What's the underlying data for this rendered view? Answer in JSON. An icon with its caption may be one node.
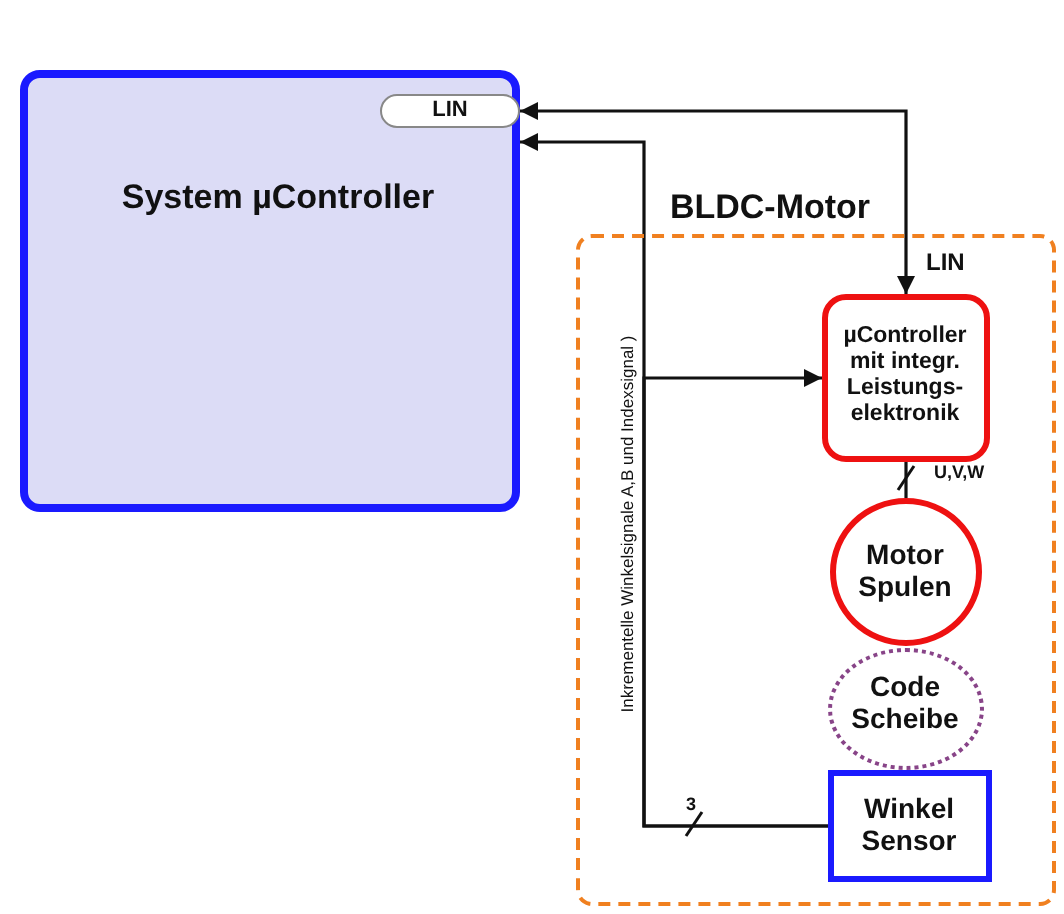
{
  "diagram": {
    "nodes": [
      {
        "text": [
          "System µController"
        ]
      },
      {
        "text": [
          "LIN"
        ],
        "in": 0
      },
      {
        "text": [
          "BLDC-Motor"
        ]
      },
      {
        "text": [
          "µController mit integr. Leistungs-elektronik"
        ],
        "in": 2
      },
      {
        "text": [
          "Motor Spulen"
        ],
        "in": 2
      },
      {
        "text": [
          "Code Scheibe"
        ],
        "in": 2
      },
      {
        "text": [
          "Winkel Sensor"
        ],
        "in": 2
      }
    ],
    "edges": [
      {
        "from": 1,
        "to": 3,
        "arrow": "both",
        "label": "LIN"
      },
      {
        "from": 6,
        "to": 0,
        "arrow": "to"
      },
      {
        "from": 6,
        "to": 3,
        "arrow": "to"
      },
      {
        "from": 3,
        "to": 4,
        "arrow": "none",
        "label": "U,V,W"
      }
    ],
    "labels": [
      "Inkrementelle Winkelsignale A,B und Indexsignal )",
      "3"
    ]
  }
}
